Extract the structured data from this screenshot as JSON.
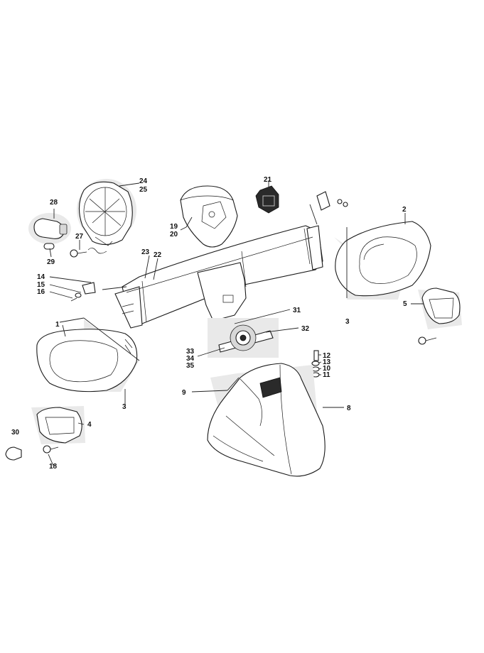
{
  "diagram": {
    "callouts": {
      "c1": "1",
      "c2": "2",
      "c3a": "3",
      "c3b": "3",
      "c4": "4",
      "c5": "5",
      "c8": "8",
      "c9": "9",
      "c10": "10",
      "c11": "11",
      "c12": "12",
      "c13": "13",
      "c14": "14",
      "c15": "15",
      "c16": "16",
      "c18": "18",
      "c19": "19",
      "c20": "20",
      "c21": "21",
      "c22": "22",
      "c23": "23",
      "c24": "24",
      "c25": "25",
      "c27": "27",
      "c28": "28",
      "c29": "29",
      "c30": "30",
      "c31": "31",
      "c32": "32",
      "c33": "33",
      "c34": "34",
      "c35": "35"
    }
  }
}
